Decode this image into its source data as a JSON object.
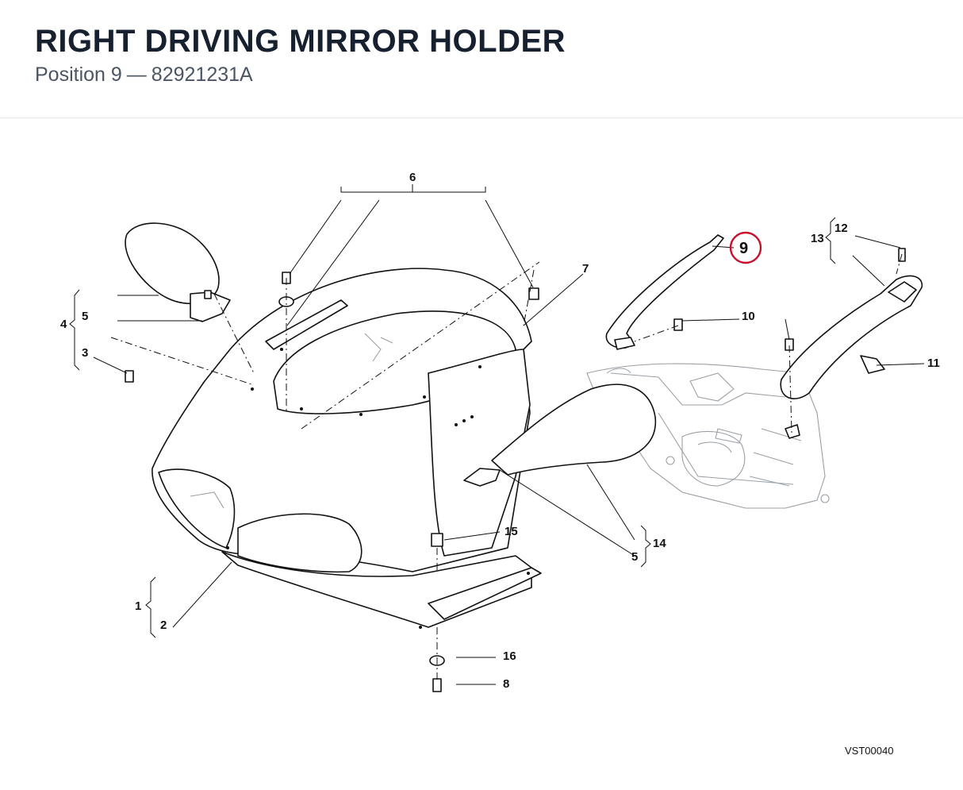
{
  "header": {
    "title": "RIGHT DRIVING MIRROR HOLDER",
    "subtitle_position": "Position 9",
    "subtitle_separator": "—",
    "subtitle_part_number": "82921231A"
  },
  "diagram": {
    "reference_code": "VST00040",
    "highlight_color": "#c8102e",
    "callouts": {
      "c1": "1",
      "c2": "2",
      "c3": "3",
      "c4": "4",
      "c5a": "5",
      "c5b": "5",
      "c6": "6",
      "c7": "7",
      "c8": "8",
      "c9": "9",
      "c10": "10",
      "c11": "11",
      "c12": "12",
      "c13": "13",
      "c14": "14",
      "c15": "15",
      "c16": "16"
    }
  }
}
